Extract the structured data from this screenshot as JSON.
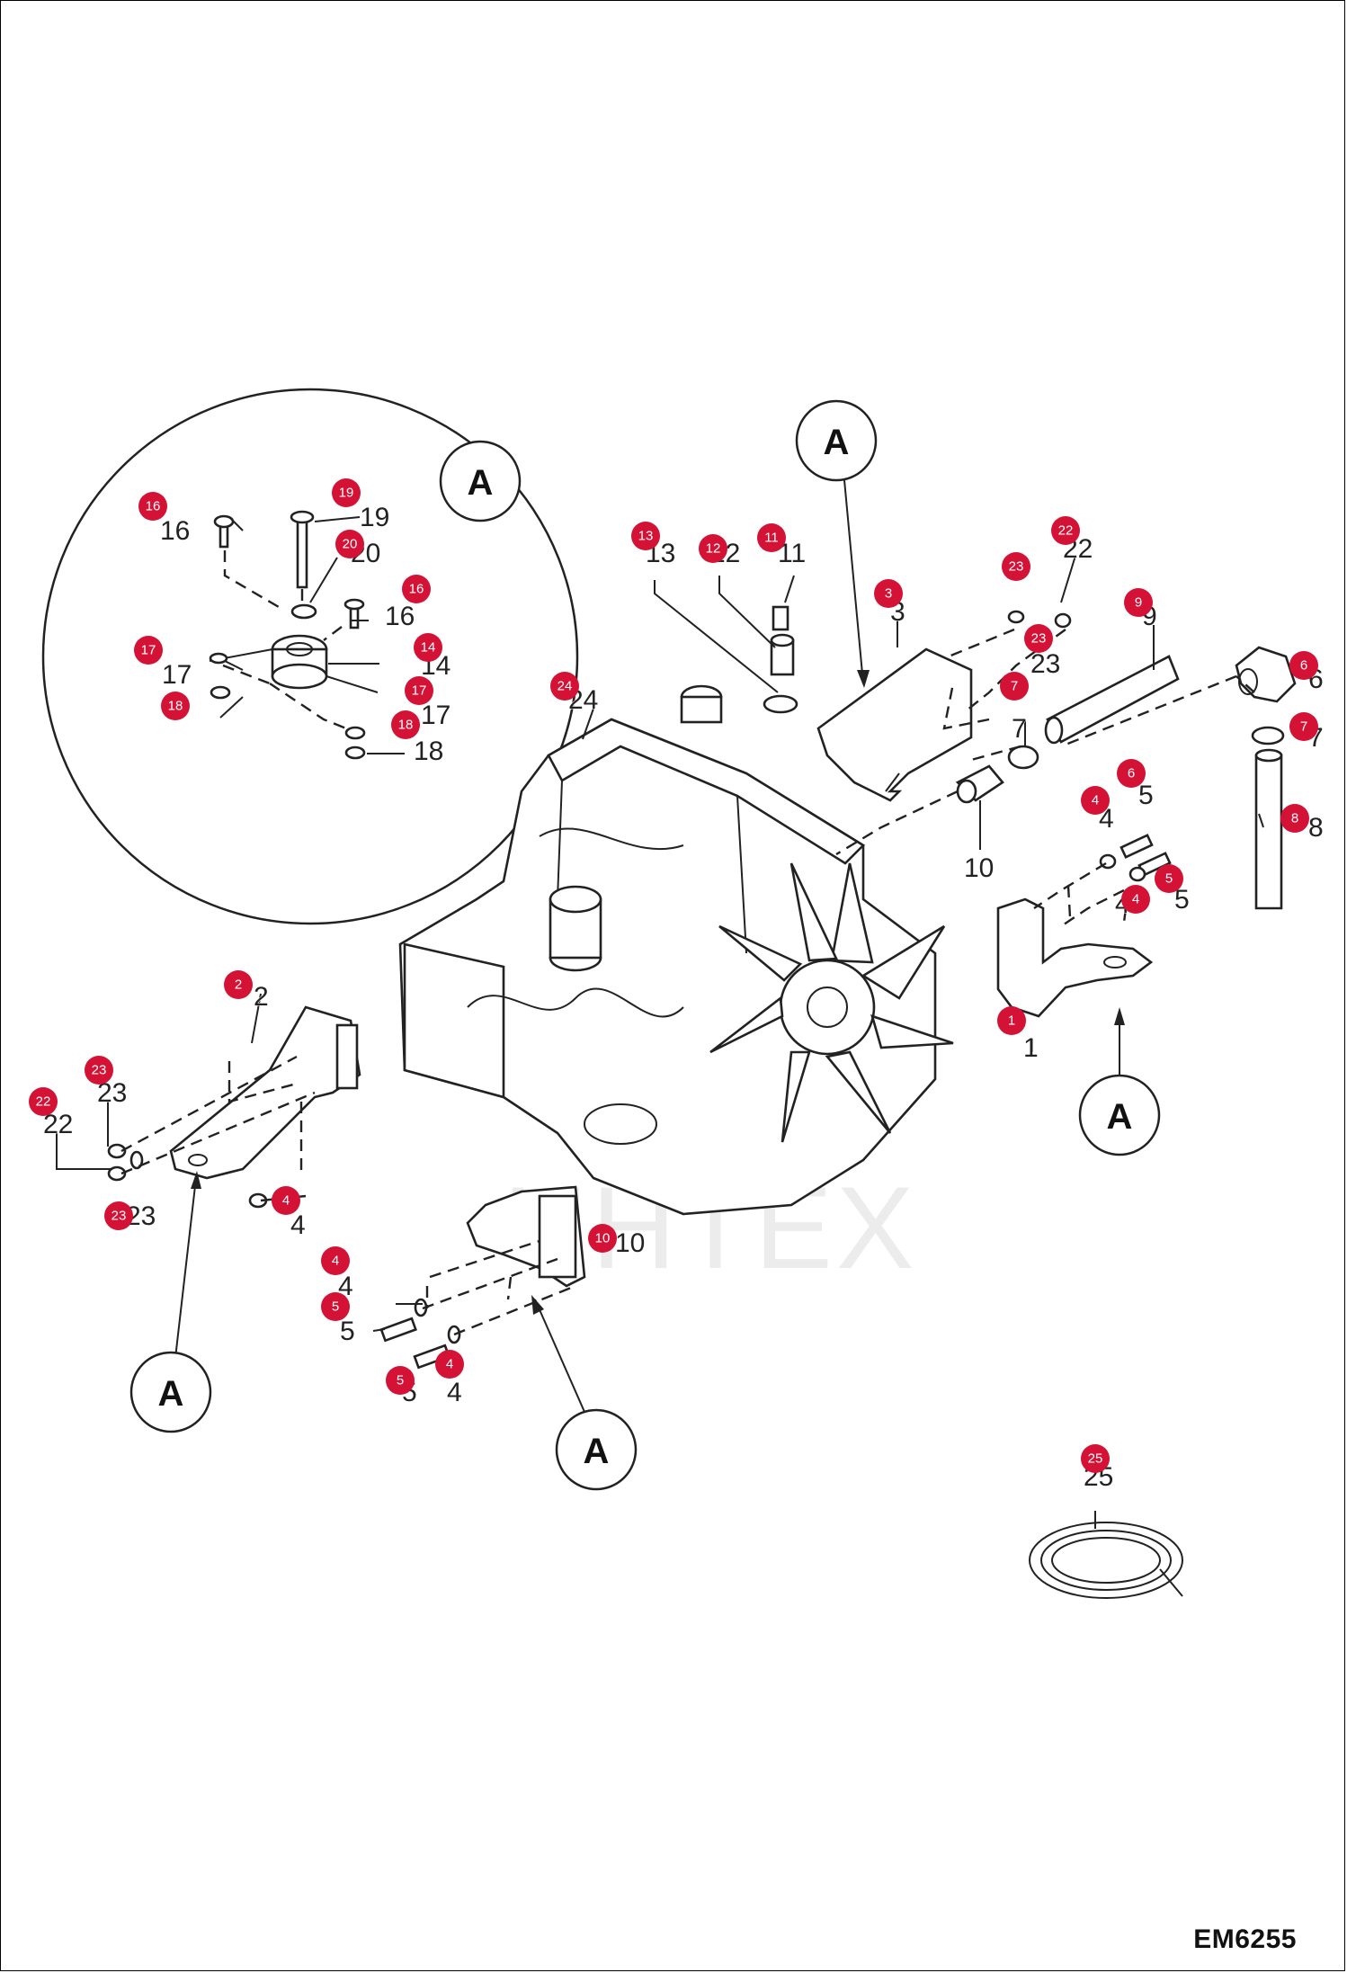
{
  "drawing_code": "EM6255",
  "watermark": "UHTEX",
  "view_marker": "A",
  "callouts": [
    "1",
    "2",
    "3",
    "4",
    "5",
    "6",
    "7",
    "8",
    "9",
    "10",
    "11",
    "12",
    "13",
    "14",
    "16",
    "17",
    "18",
    "19",
    "20",
    "22",
    "23",
    "24",
    "25"
  ],
  "part_numbers": [
    "1",
    "2",
    "3",
    "4",
    "5",
    "6",
    "7",
    "8",
    "9",
    "10",
    "11",
    "12",
    "13",
    "14",
    "16",
    "17",
    "18",
    "19",
    "20",
    "22",
    "23",
    "24",
    "25"
  ],
  "colors": {
    "callout_fill": "#d41235",
    "line": "#222222",
    "background": "#ffffff"
  }
}
